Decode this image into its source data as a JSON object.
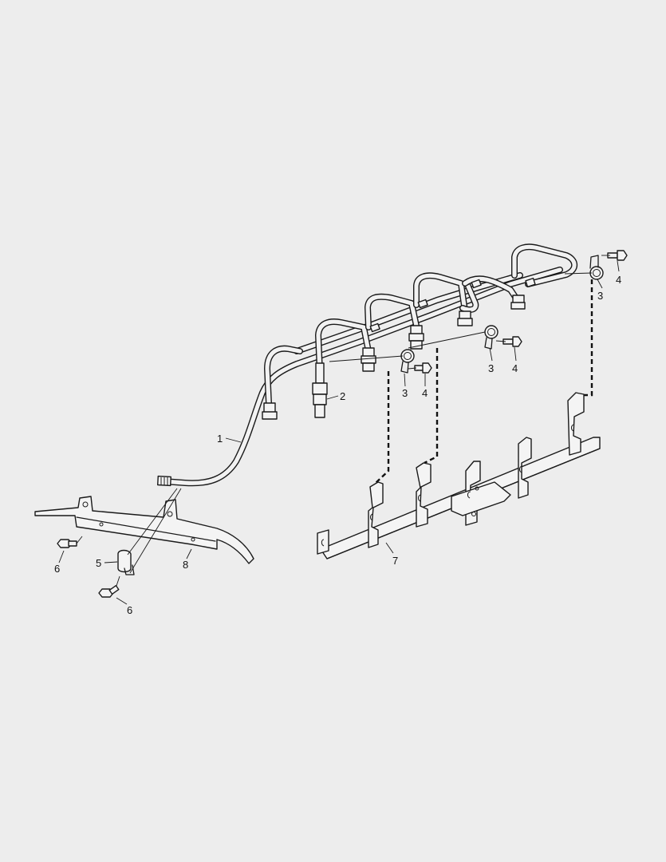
{
  "callouts": {
    "injection_lines": "1",
    "union_fitting": "2",
    "clamp_upper_rear": "3",
    "bolt_upper_rear": "4",
    "clamp_mid_b": "3",
    "bolt_mid_b": "4",
    "clamp_mid_a": "3",
    "bolt_mid_a": "4",
    "clamp_lower": "5",
    "bolt_bracket_left": "6",
    "bolt_clamp_lower": "6",
    "rail_bracket": "7",
    "support_bracket": "8"
  }
}
